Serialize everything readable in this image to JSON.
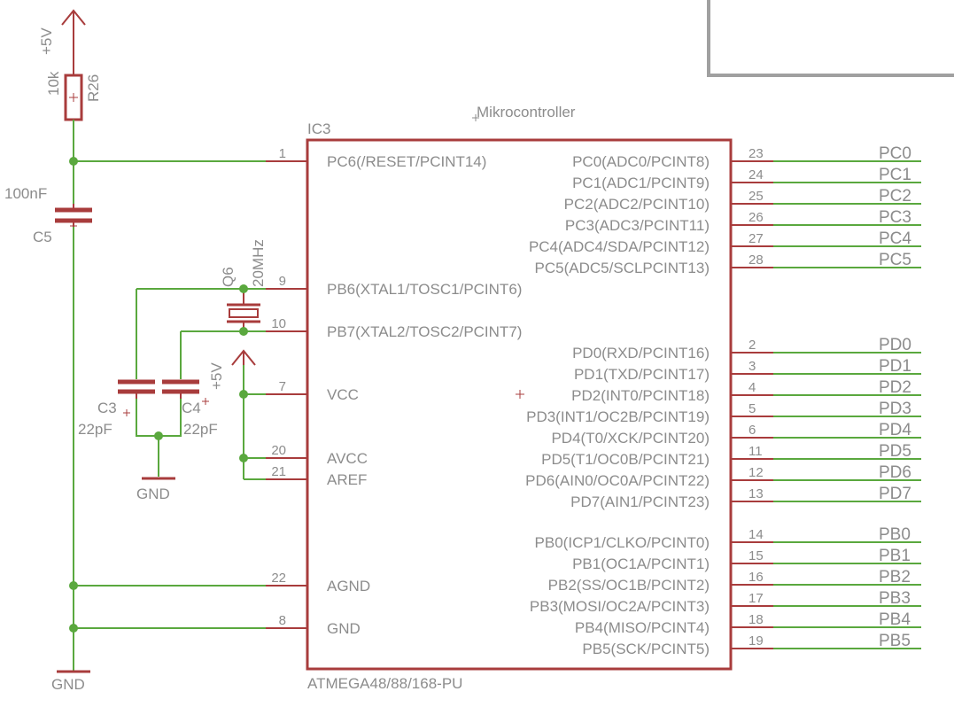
{
  "schematic": {
    "ic": {
      "name": "IC3",
      "value": "ATMEGA48/88/168-PU",
      "group": "Mikrocontroller",
      "left_pins": [
        {
          "num": "1",
          "name": "PC6(/RESET/PCINT14)"
        },
        {
          "num": "9",
          "name": "PB6(XTAL1/TOSC1/PCINT6)"
        },
        {
          "num": "10",
          "name": "PB7(XTAL2/TOSC2/PCINT7)"
        },
        {
          "num": "7",
          "name": "VCC"
        },
        {
          "num": "20",
          "name": "AVCC"
        },
        {
          "num": "21",
          "name": "AREF"
        },
        {
          "num": "22",
          "name": "AGND"
        },
        {
          "num": "8",
          "name": "GND"
        }
      ],
      "right_pins": [
        {
          "num": "23",
          "name": "PC0(ADC0/PCINT8)",
          "net": "PC0"
        },
        {
          "num": "24",
          "name": "PC1(ADC1/PCINT9)",
          "net": "PC1"
        },
        {
          "num": "25",
          "name": "PC2(ADC2/PCINT10)",
          "net": "PC2"
        },
        {
          "num": "26",
          "name": "PC3(ADC3/PCINT11)",
          "net": "PC3"
        },
        {
          "num": "27",
          "name": "PC4(ADC4/SDA/PCINT12)",
          "net": "PC4"
        },
        {
          "num": "28",
          "name": "PC5(ADC5/SCLPCINT13)",
          "net": "PC5"
        },
        {
          "num": "2",
          "name": "PD0(RXD/PCINT16)",
          "net": "PD0"
        },
        {
          "num": "3",
          "name": "PD1(TXD/PCINT17)",
          "net": "PD1"
        },
        {
          "num": "4",
          "name": "PD2(INT0/PCINT18)",
          "net": "PD2"
        },
        {
          "num": "5",
          "name": "PD3(INT1/OC2B/PCINT19)",
          "net": "PD3"
        },
        {
          "num": "6",
          "name": "PD4(T0/XCK/PCINT20)",
          "net": "PD4"
        },
        {
          "num": "11",
          "name": "PD5(T1/OC0B/PCINT21)",
          "net": "PD5"
        },
        {
          "num": "12",
          "name": "PD6(AIN0/OC0A/PCINT22)",
          "net": "PD6"
        },
        {
          "num": "13",
          "name": "PD7(AIN1/PCINT23)",
          "net": "PD7"
        },
        {
          "num": "14",
          "name": "PB0(ICP1/CLKO/PCINT0)",
          "net": "PB0"
        },
        {
          "num": "15",
          "name": "PB1(OC1A/PCINT1)",
          "net": "PB1"
        },
        {
          "num": "16",
          "name": "PB2(SS/OC1B/PCINT2)",
          "net": "PB2"
        },
        {
          "num": "17",
          "name": "PB3(MOSI/OC2A/PCINT3)",
          "net": "PB3"
        },
        {
          "num": "18",
          "name": "PB4(MISO/PCINT4)",
          "net": "PB4"
        },
        {
          "num": "19",
          "name": "PB5(SCK/PCINT5)",
          "net": "PB5"
        }
      ]
    },
    "r26": {
      "name": "R26",
      "value": "10k"
    },
    "c5": {
      "name": "C5",
      "value": "100nF"
    },
    "c3": {
      "name": "C3",
      "value": "22pF"
    },
    "c4": {
      "name": "C4",
      "value": "22pF"
    },
    "q6": {
      "name": "Q6",
      "value": "20MHz"
    },
    "supply": {
      "vcc_top": "+5V",
      "vcc_mid": "+5V"
    },
    "ground": {
      "left": "GND",
      "mid": "GND"
    },
    "colors": {
      "wire": "#5aa83e",
      "part": "#a83c3c",
      "text": "#8c8c8c",
      "frame": "#a0a0a0"
    }
  }
}
